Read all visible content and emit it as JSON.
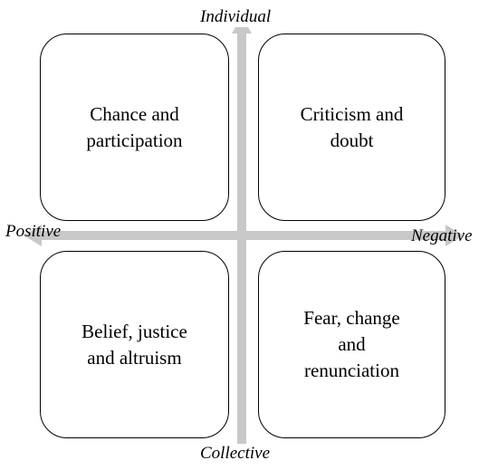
{
  "axes": {
    "top": "Individual",
    "bottom": "Collective",
    "left": "Positive",
    "right": "Negative"
  },
  "quadrants": {
    "top_left": "Chance and\nparticipation",
    "top_right": "Criticism and\ndoubt",
    "bottom_left": "Belief, justice\nand altruism",
    "bottom_right": "Fear, change\nand\nrenunciation"
  },
  "colors": {
    "arrow": "#c8c8c8",
    "box_border": "#000000",
    "text": "#000000"
  }
}
